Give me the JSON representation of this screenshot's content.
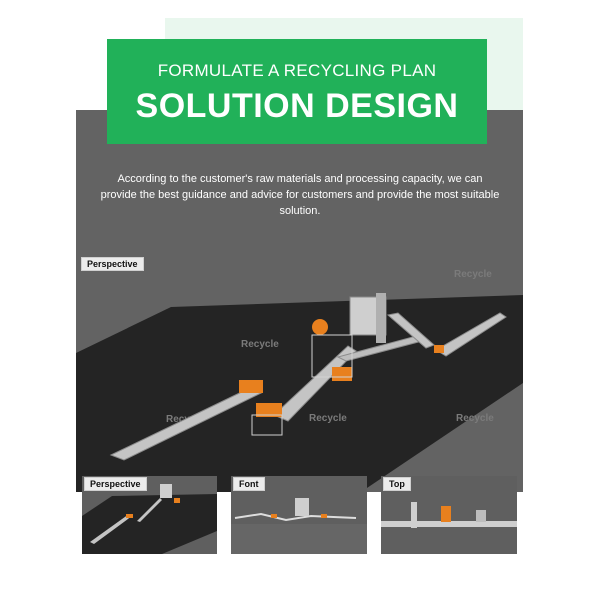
{
  "banner": {
    "subtitle": "FORMULATE A RECYCLING PLAN",
    "title": "SOLUTION DESIGN"
  },
  "description": "According to the customer's raw materials and processing capacity, we can provide the best guidance and advice for customers and provide the most suitable solution.",
  "views": {
    "main_label": "Perspective",
    "thumb_perspective": "Perspective",
    "thumb_front": "Font",
    "thumb_top": "Top"
  },
  "watermark": "Recycle",
  "colors": {
    "banner_green": "#21b159",
    "panel_gray": "#636363",
    "floor": "#242424",
    "machine_orange": "#e8801e",
    "conveyor_gray": "#bfbfbf"
  }
}
